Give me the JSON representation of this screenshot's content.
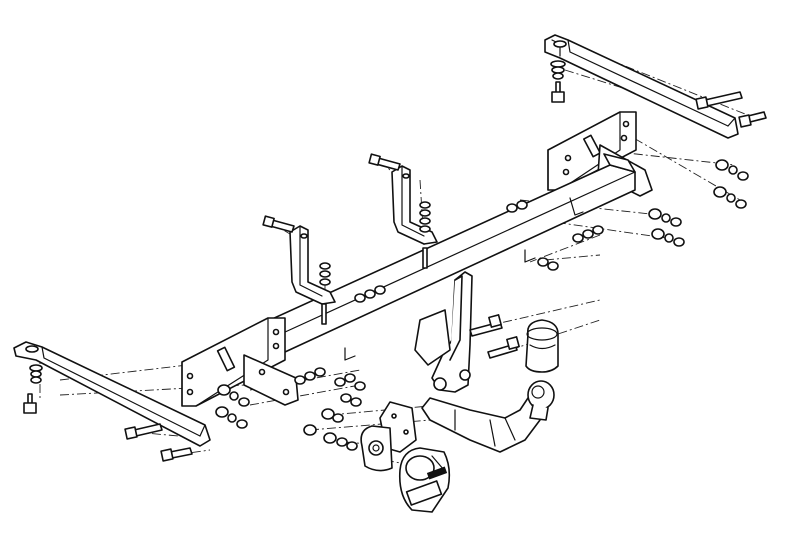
{
  "figure": {
    "background": "#ffffff",
    "stroke": "#111111",
    "parts": [
      "left-side-bracket",
      "right-side-bracket",
      "main-crossbar",
      "left-mounting-plate",
      "right-mounting-plate",
      "left-center-bracket",
      "right-center-bracket",
      "tow-ball-arm",
      "tow-ball",
      "ball-cap",
      "socket-plate",
      "electrical-socket",
      "bolts",
      "nuts-and-washers",
      "assembly-lines"
    ]
  }
}
